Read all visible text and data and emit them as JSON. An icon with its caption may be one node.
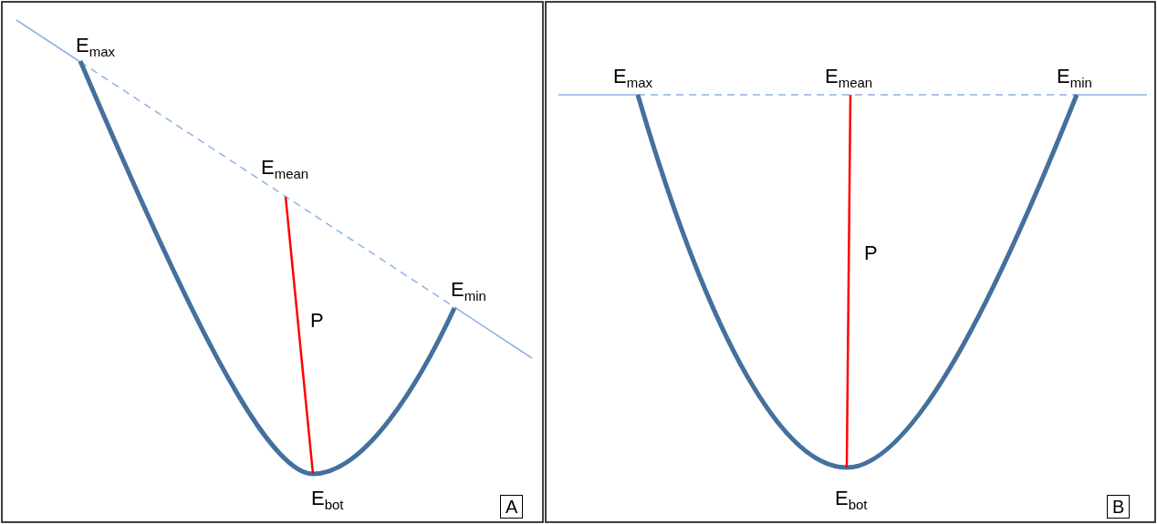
{
  "diagram": {
    "labels": [
      "E$_{max}$",
      "E$_{mean}$",
      "E$_{min}$",
      "P",
      "E$_{bot}$",
      "A",
      "E$_{max}$",
      "E$_{mean}$",
      "E$_{min}$",
      "P",
      "E$_{bot}$",
      "B"
    ]
  }
}
